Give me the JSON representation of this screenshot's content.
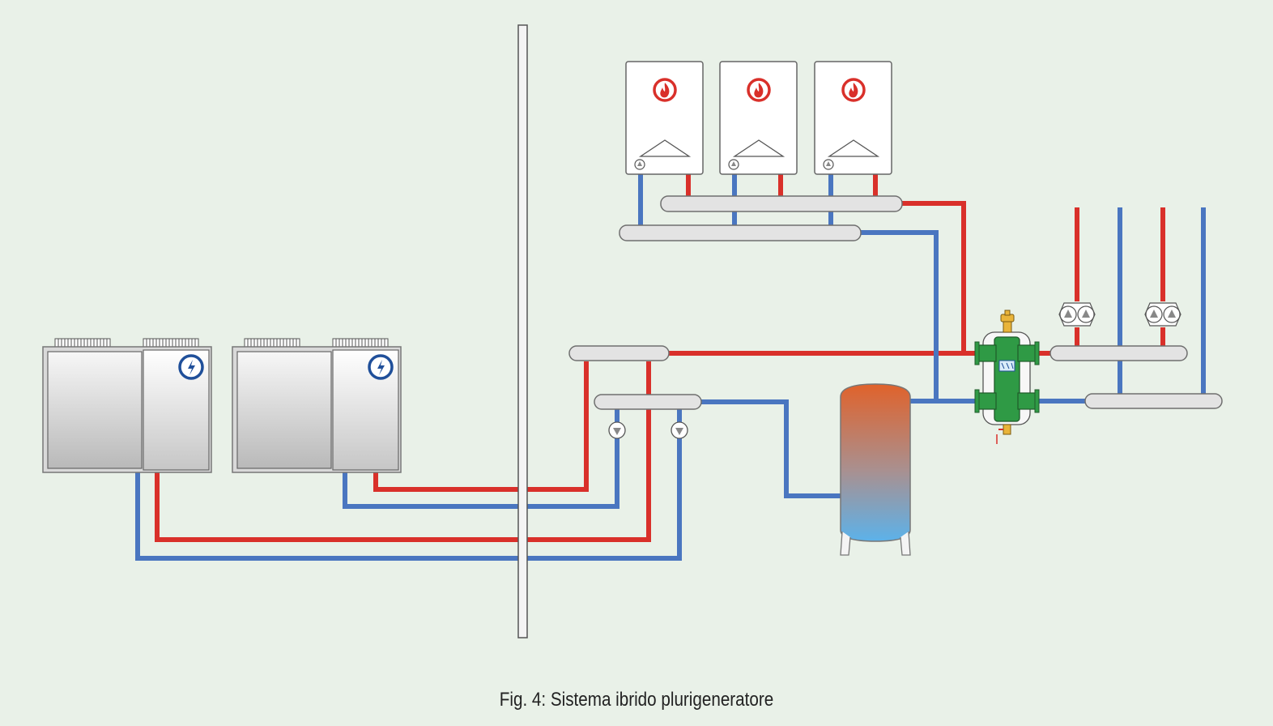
{
  "caption": "Fig. 4: Sistema ibrido plurigeneratore",
  "colors": {
    "hot_pipe": "#d9302a",
    "cold_pipe": "#4a76c0",
    "background": "#e9f1e8",
    "boiler_flame": "#d9302a",
    "heat_pump_symbol": "#1f4f9a",
    "separator_body": "#2f9a45",
    "tank_top": "#e0622b",
    "tank_bottom": "#5cb2ea"
  },
  "components": {
    "boilers": [
      "flame-icon",
      "flame-icon",
      "flame-icon"
    ],
    "heat_pumps": [
      "electric-bolt-icon",
      "electric-bolt-icon"
    ],
    "buffer_tank": "thermal-storage-tank",
    "hydraulic_separator": "hydraulic-separator",
    "circulator_pumps": 6
  }
}
